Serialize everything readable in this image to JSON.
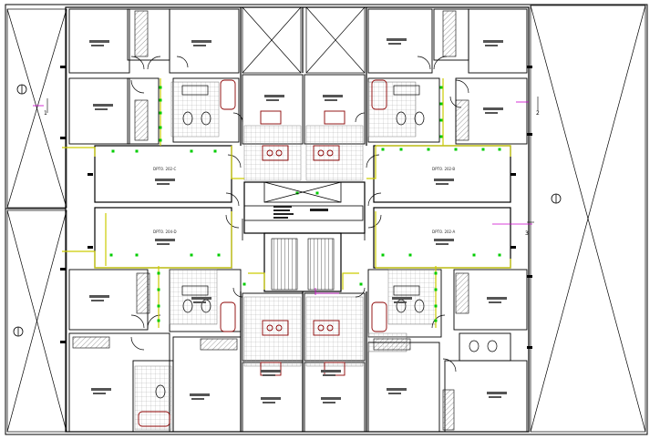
{
  "plan": {
    "units": [
      {
        "name": "DPTO. 202-C"
      },
      {
        "name": "DPTO. 202-B"
      },
      {
        "name": "DPTO. 204-D"
      },
      {
        "name": "DPTO. 202-A"
      }
    ],
    "axis_markers": [
      "1",
      "2",
      "3"
    ],
    "colors": {
      "line": "#000000",
      "door": "#cccc00",
      "marker": "#00cc00",
      "furniture": "#8b0000",
      "section": "#cc00cc",
      "hatch": "#777777"
    }
  }
}
